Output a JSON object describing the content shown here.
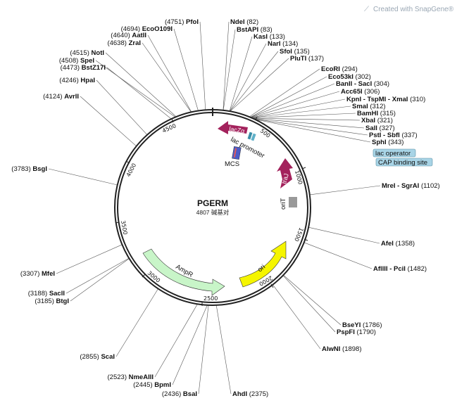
{
  "branding": {
    "text": "Created with SnapGene®"
  },
  "plasmid": {
    "name": "PGERM",
    "length_text": "4807 碱基对",
    "length": 4807
  },
  "ticks": [
    "500",
    "1000",
    "1500",
    "2000",
    "2500",
    "3000",
    "3500",
    "4000",
    "4500"
  ],
  "sites": [
    {
      "name": "NdeI",
      "pos": "(82)"
    },
    {
      "name": "BstAPI",
      "pos": "(83)"
    },
    {
      "name": "KasI",
      "pos": "(133)"
    },
    {
      "name": "NarI",
      "pos": "(134)"
    },
    {
      "name": "SfoI",
      "pos": "(135)"
    },
    {
      "name": "PluTI",
      "pos": "(137)"
    },
    {
      "name": "EcoRI",
      "pos": "(294)"
    },
    {
      "name": "Eco53kI",
      "pos": "(302)"
    },
    {
      "name": "BanII - SacI",
      "pos": "(304)"
    },
    {
      "name": "Acc65I",
      "pos": "(306)"
    },
    {
      "name": "KpnI - TspMI - XmaI",
      "pos": "(310)"
    },
    {
      "name": "SmaI",
      "pos": "(312)"
    },
    {
      "name": "BamHI",
      "pos": "(315)"
    },
    {
      "name": "XbaI",
      "pos": "(321)"
    },
    {
      "name": "SalI",
      "pos": "(327)"
    },
    {
      "name": "PstI - SbfI",
      "pos": "(337)"
    },
    {
      "name": "SphI",
      "pos": "(343)"
    },
    {
      "name": "MreI - SgrAI",
      "pos": "(1102)"
    },
    {
      "name": "AfeI",
      "pos": "(1358)"
    },
    {
      "name": "AflIII - PciI",
      "pos": "(1482)"
    },
    {
      "name": "BseYI",
      "pos": "(1786)"
    },
    {
      "name": "PspFI",
      "pos": "(1790)"
    },
    {
      "name": "AlwNI",
      "pos": "(1898)"
    },
    {
      "name": "AhdI",
      "pos": "(2375)"
    },
    {
      "name": "BsaI",
      "pos": "(2436)"
    },
    {
      "name": "BpmI",
      "pos": "(2445)"
    },
    {
      "name": "NmeAIII",
      "pos": "(2523)"
    },
    {
      "name": "ScaI",
      "pos": "(2855)"
    },
    {
      "name": "BtgI",
      "pos": "(3185)"
    },
    {
      "name": "SacII",
      "pos": "(3188)"
    },
    {
      "name": "MfeI",
      "pos": "(3307)"
    },
    {
      "name": "BsgI",
      "pos": "(3783)"
    },
    {
      "name": "AvrII",
      "pos": "(4124)"
    },
    {
      "name": "HpaI",
      "pos": "(4246)"
    },
    {
      "name": "BstZ17I",
      "pos": "(4473)"
    },
    {
      "name": "SpeI",
      "pos": "(4508)"
    },
    {
      "name": "NotI",
      "pos": "(4515)"
    },
    {
      "name": "ZraI",
      "pos": "(4638)"
    },
    {
      "name": "AatII",
      "pos": "(4640)"
    },
    {
      "name": "EcoO109I",
      "pos": "(4694)"
    },
    {
      "name": "PfoI",
      "pos": "(4751)"
    }
  ],
  "features": {
    "lacZa": "lacZα",
    "lac_promoter": "lac promoter",
    "mcs": "MCS",
    "traJ": "traJ",
    "oriT": "oriT",
    "ori": "ori",
    "ampR": "AmpR",
    "lac_operator": "lac operator",
    "cap_site": "CAP binding site"
  },
  "colors": {
    "backbone": "#222222",
    "lacZa": "#a3225c",
    "traJ": "#a3225c",
    "ori": "#f5f500",
    "ampR": "#c8f5c8",
    "oriT": "#999999",
    "box_fill": "#a8d4e6",
    "brand": "#9aa7b4"
  }
}
